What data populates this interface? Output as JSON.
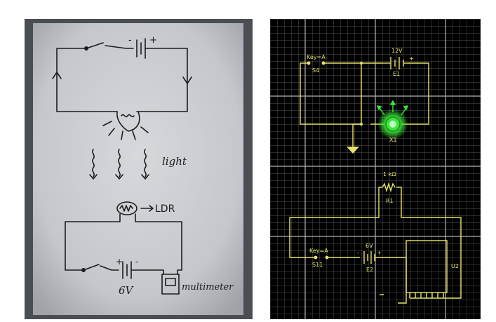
{
  "sketch": {
    "light_label": "light",
    "ldr_label": "LDR",
    "battery_voltage": "6V",
    "battery_plus": "+",
    "battery_minus": "-",
    "top_battery_minus": "-",
    "top_battery_plus": "+",
    "meter_label": "multimeter"
  },
  "simulator": {
    "switch_top_key": "Key=A",
    "switch_top_name": "S4",
    "battery_top_voltage": "12V",
    "battery_top_name": "E1",
    "battery_top_plus": "+",
    "lamp_name": "X1",
    "resistor_value": "1 kΩ",
    "resistor_name": "R1",
    "switch_bottom_key": "Key=A",
    "switch_bottom_name": "S11",
    "battery_bottom_voltage": "6V",
    "battery_bottom_name": "E2",
    "battery_bottom_minus": "-",
    "battery_bottom_plus": "+",
    "meter_name": "U2"
  },
  "colors": {
    "paper": "#c9ccd0",
    "ink": "#1c1c1c",
    "grid_bg": "#000000",
    "grid_line": "#8a8a8a",
    "wire": "#e8e36a",
    "lamp_glow": "#39e639"
  }
}
